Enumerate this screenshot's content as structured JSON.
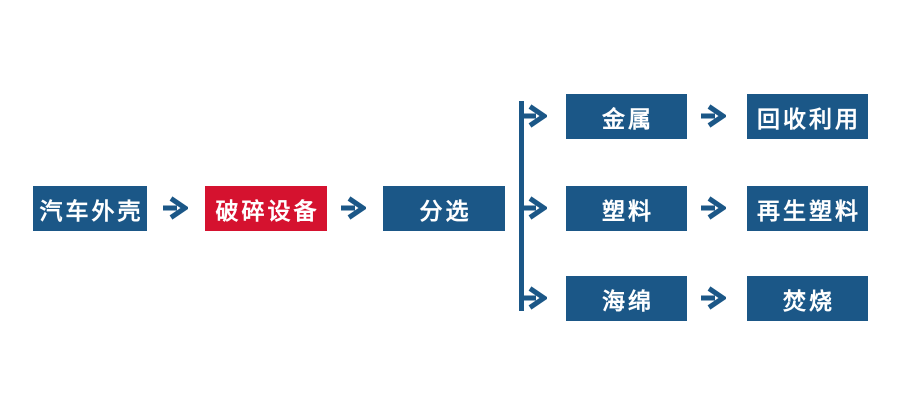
{
  "colors": {
    "blue": "#1b5787",
    "red": "#d5122f",
    "text": "#ffffff",
    "bg": "#ffffff"
  },
  "flow": {
    "source": "汽车外壳",
    "process": "破碎设备",
    "sorting": "分选"
  },
  "branches": [
    {
      "material": "金属",
      "result": "回收利用"
    },
    {
      "material": "塑料",
      "result": "再生塑料"
    },
    {
      "material": "海绵",
      "result": "焚烧"
    }
  ]
}
